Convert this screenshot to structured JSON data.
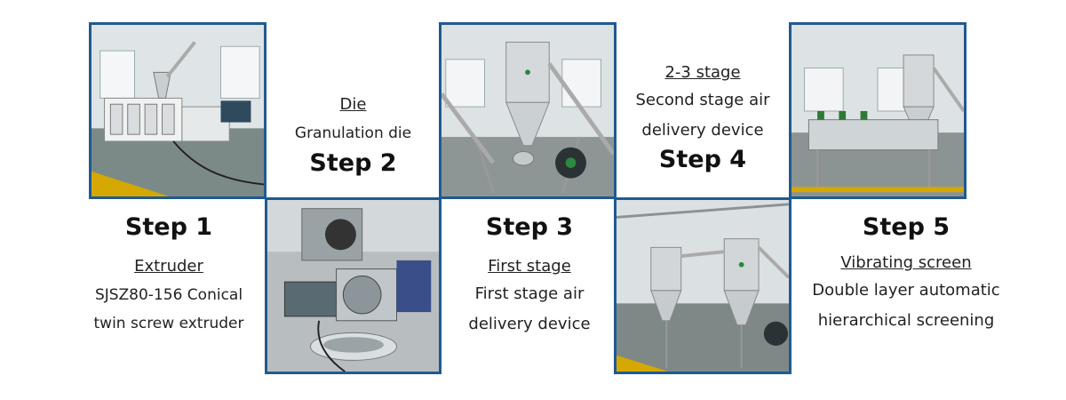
{
  "steps": [
    {
      "step": "Step 1",
      "name": "Extruder",
      "lines": [
        "SJSZ80-156 Conical",
        "twin screw extruder"
      ]
    },
    {
      "step": "Step 2",
      "name": "Die",
      "lines": [
        "Granulation die"
      ]
    },
    {
      "step": "Step 3",
      "name": "First stage",
      "lines": [
        "First stage air",
        "delivery device"
      ]
    },
    {
      "step": "Step 4",
      "name": "2-3 stage",
      "lines": [
        "Second stage air",
        "delivery device"
      ]
    },
    {
      "step": "Step 5",
      "name": "Vibrating screen",
      "lines": [
        "Double layer automatic",
        "hierarchical screening"
      ]
    }
  ],
  "colors": {
    "frame": "#1f5a8f",
    "floor_stripe": "#e6b200",
    "machine_steel": "#c9ced2"
  }
}
